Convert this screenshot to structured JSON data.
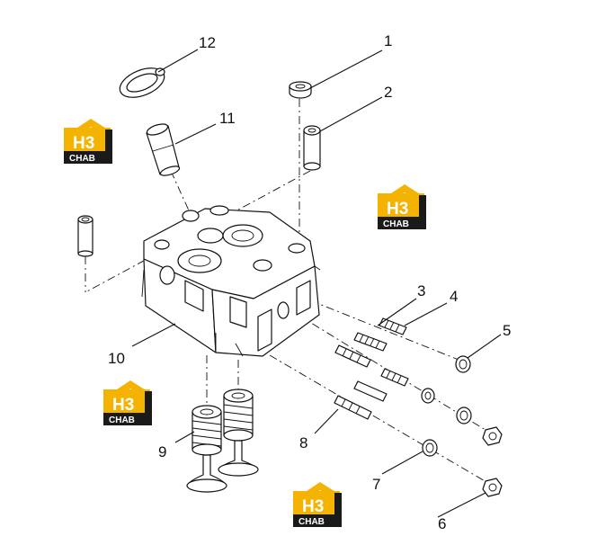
{
  "diagram": {
    "callouts": [
      {
        "id": "1",
        "label": "1"
      },
      {
        "id": "2",
        "label": "2"
      },
      {
        "id": "3",
        "label": "3"
      },
      {
        "id": "4",
        "label": "4"
      },
      {
        "id": "5",
        "label": "5"
      },
      {
        "id": "6",
        "label": "6"
      },
      {
        "id": "7",
        "label": "7"
      },
      {
        "id": "8",
        "label": "8"
      },
      {
        "id": "9",
        "label": "9"
      },
      {
        "id": "10",
        "label": "10"
      },
      {
        "id": "11",
        "label": "11"
      },
      {
        "id": "12",
        "label": "12"
      }
    ],
    "watermark": {
      "main": "H3",
      "sub": "CHAB",
      "brand_color": "#f5b301",
      "dark_color": "#1a1a1a"
    }
  }
}
